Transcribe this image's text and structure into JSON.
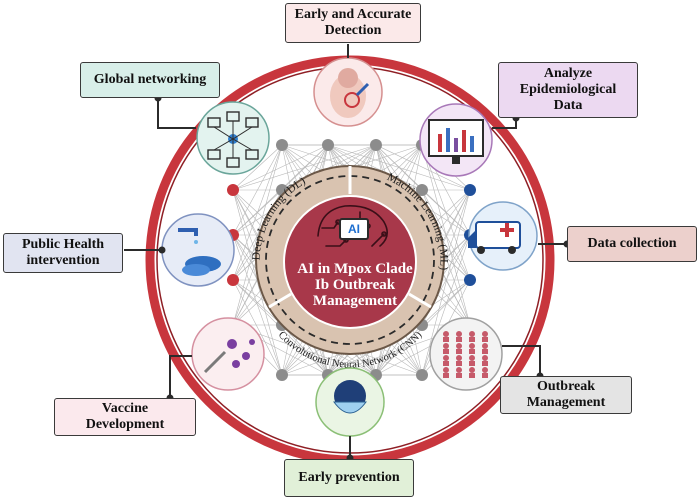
{
  "center": {
    "chip_text": "AI",
    "title_lines": [
      "AI in Mpox Clade",
      "Ib Outbreak",
      "Management"
    ]
  },
  "ring": {
    "segments": [
      "Deep Learning (DL)",
      "Machine Learning (ML)",
      "Convolutional Neural Network (CNN)"
    ]
  },
  "labels": {
    "early_detection": "Early and Accurate Detection",
    "global_networking": "Global networking",
    "analyze_data": "Analyze Epidemiological Data",
    "public_health": "Public Health intervention",
    "data_collection": "Data collection",
    "vaccine": "Vaccine Development",
    "outbreak": "Outbreak Management",
    "early_prevention": "Early prevention"
  },
  "colors": {
    "outer_ring": "#c8363d",
    "inner_ring": "#d9c3b0",
    "center_disk": "#a8384a",
    "node_grey": "#8c8c8c",
    "node_red": "#c8363d",
    "node_blue": "#1f4f9a"
  }
}
